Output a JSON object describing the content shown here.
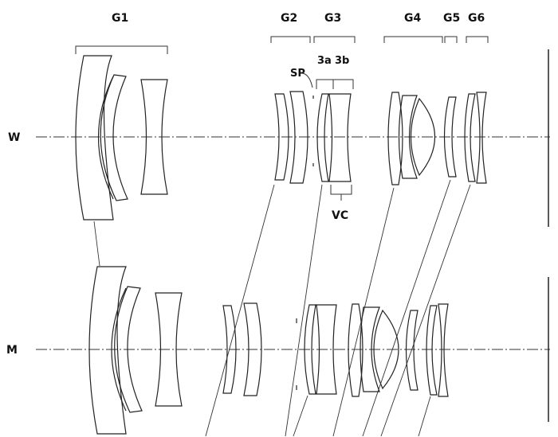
{
  "labels": {
    "g1": "G1",
    "g2": "G2",
    "g3": "G3",
    "g4": "G4",
    "g5": "G5",
    "g6": "G6",
    "sp": "SP",
    "g3a": "3a",
    "g3b": "3b",
    "vc": "VC",
    "wide": "W",
    "middle": "M"
  }
}
